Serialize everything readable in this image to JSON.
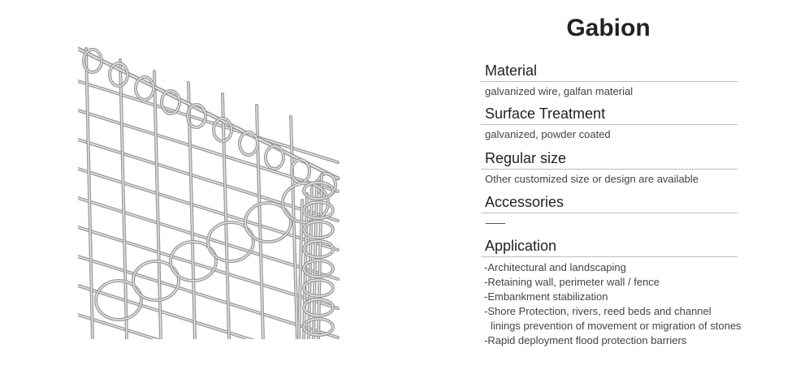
{
  "title": "Gabion",
  "watermark": "",
  "specs": [
    {
      "heading": "Material",
      "value": "galvanized wire, galfan material"
    },
    {
      "heading": "Surface Treatment",
      "value": "galvanized, powder coated"
    },
    {
      "heading": "Regular size",
      "value": "Other customized size or design are available"
    },
    {
      "heading": "Accessories",
      "value": ""
    }
  ],
  "application": {
    "heading": "Application",
    "items": [
      "-Architectural and landscaping",
      "-Retaining wall, perimeter wall / fence",
      "-Embankment stabilization",
      "-Shore Protection, rivers, reed beds and channel",
      "linings prevention of movement or migration of stones",
      "-Rapid deployment flood protection barriers"
    ]
  },
  "colors": {
    "wire": "#9a9a9a",
    "wire_highlight": "#e8e8e8",
    "divider": "#bdbdbd"
  },
  "icons": {
    "accessories_placeholder": "dash-line"
  }
}
